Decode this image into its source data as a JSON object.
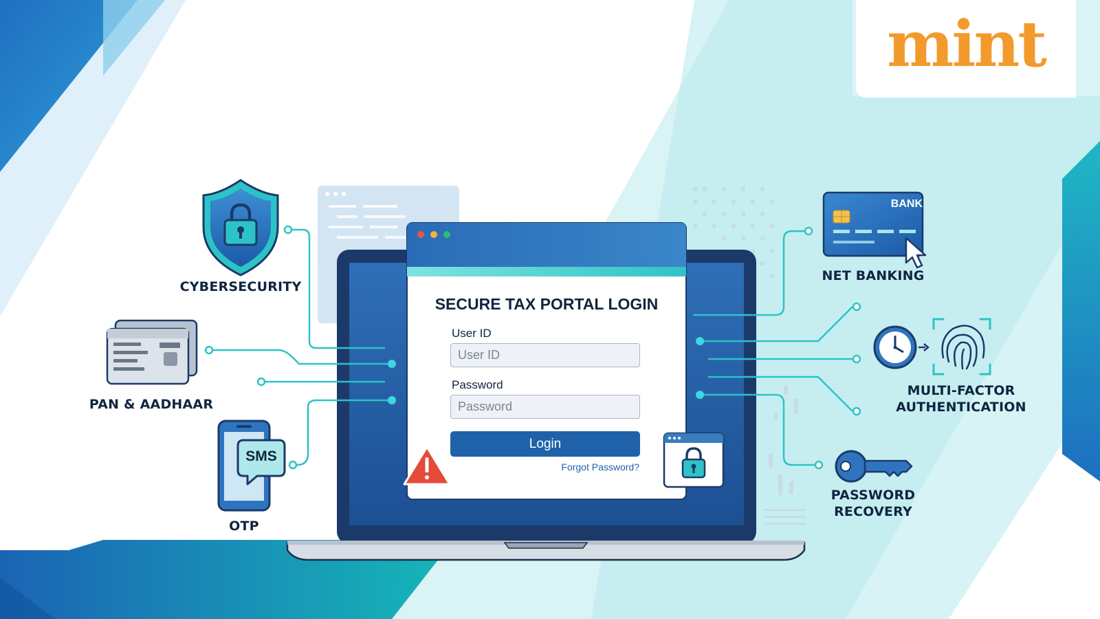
{
  "logo": {
    "text": "mint"
  },
  "login_window": {
    "title": "SECURE TAX PORTAL LOGIN",
    "user_id_label": "User ID",
    "user_id_placeholder": "User ID",
    "password_label": "Password",
    "password_placeholder": "Password",
    "login_button": "Login",
    "forgot_link": "Forgot Password?"
  },
  "features": {
    "cybersecurity": "CYBERSECURITY",
    "pan_aadhaar": "PAN & AADHAAR",
    "otp": "OTP",
    "sms_bubble": "SMS",
    "net_banking": "NET BANKING",
    "bank_card": "BANK",
    "mfa_line1": "MULTI-FACTOR",
    "mfa_line2": "AUTHENTICATION",
    "password_recovery_line1": "PASSWORD",
    "password_recovery_line2": "RECOVERY"
  },
  "colors": {
    "primary_blue": "#1f62aa",
    "teal_accent": "#2cc3c7",
    "logo_orange": "#f39a2d",
    "dark_text": "#10253f",
    "warning_red": "#e44b3a"
  }
}
